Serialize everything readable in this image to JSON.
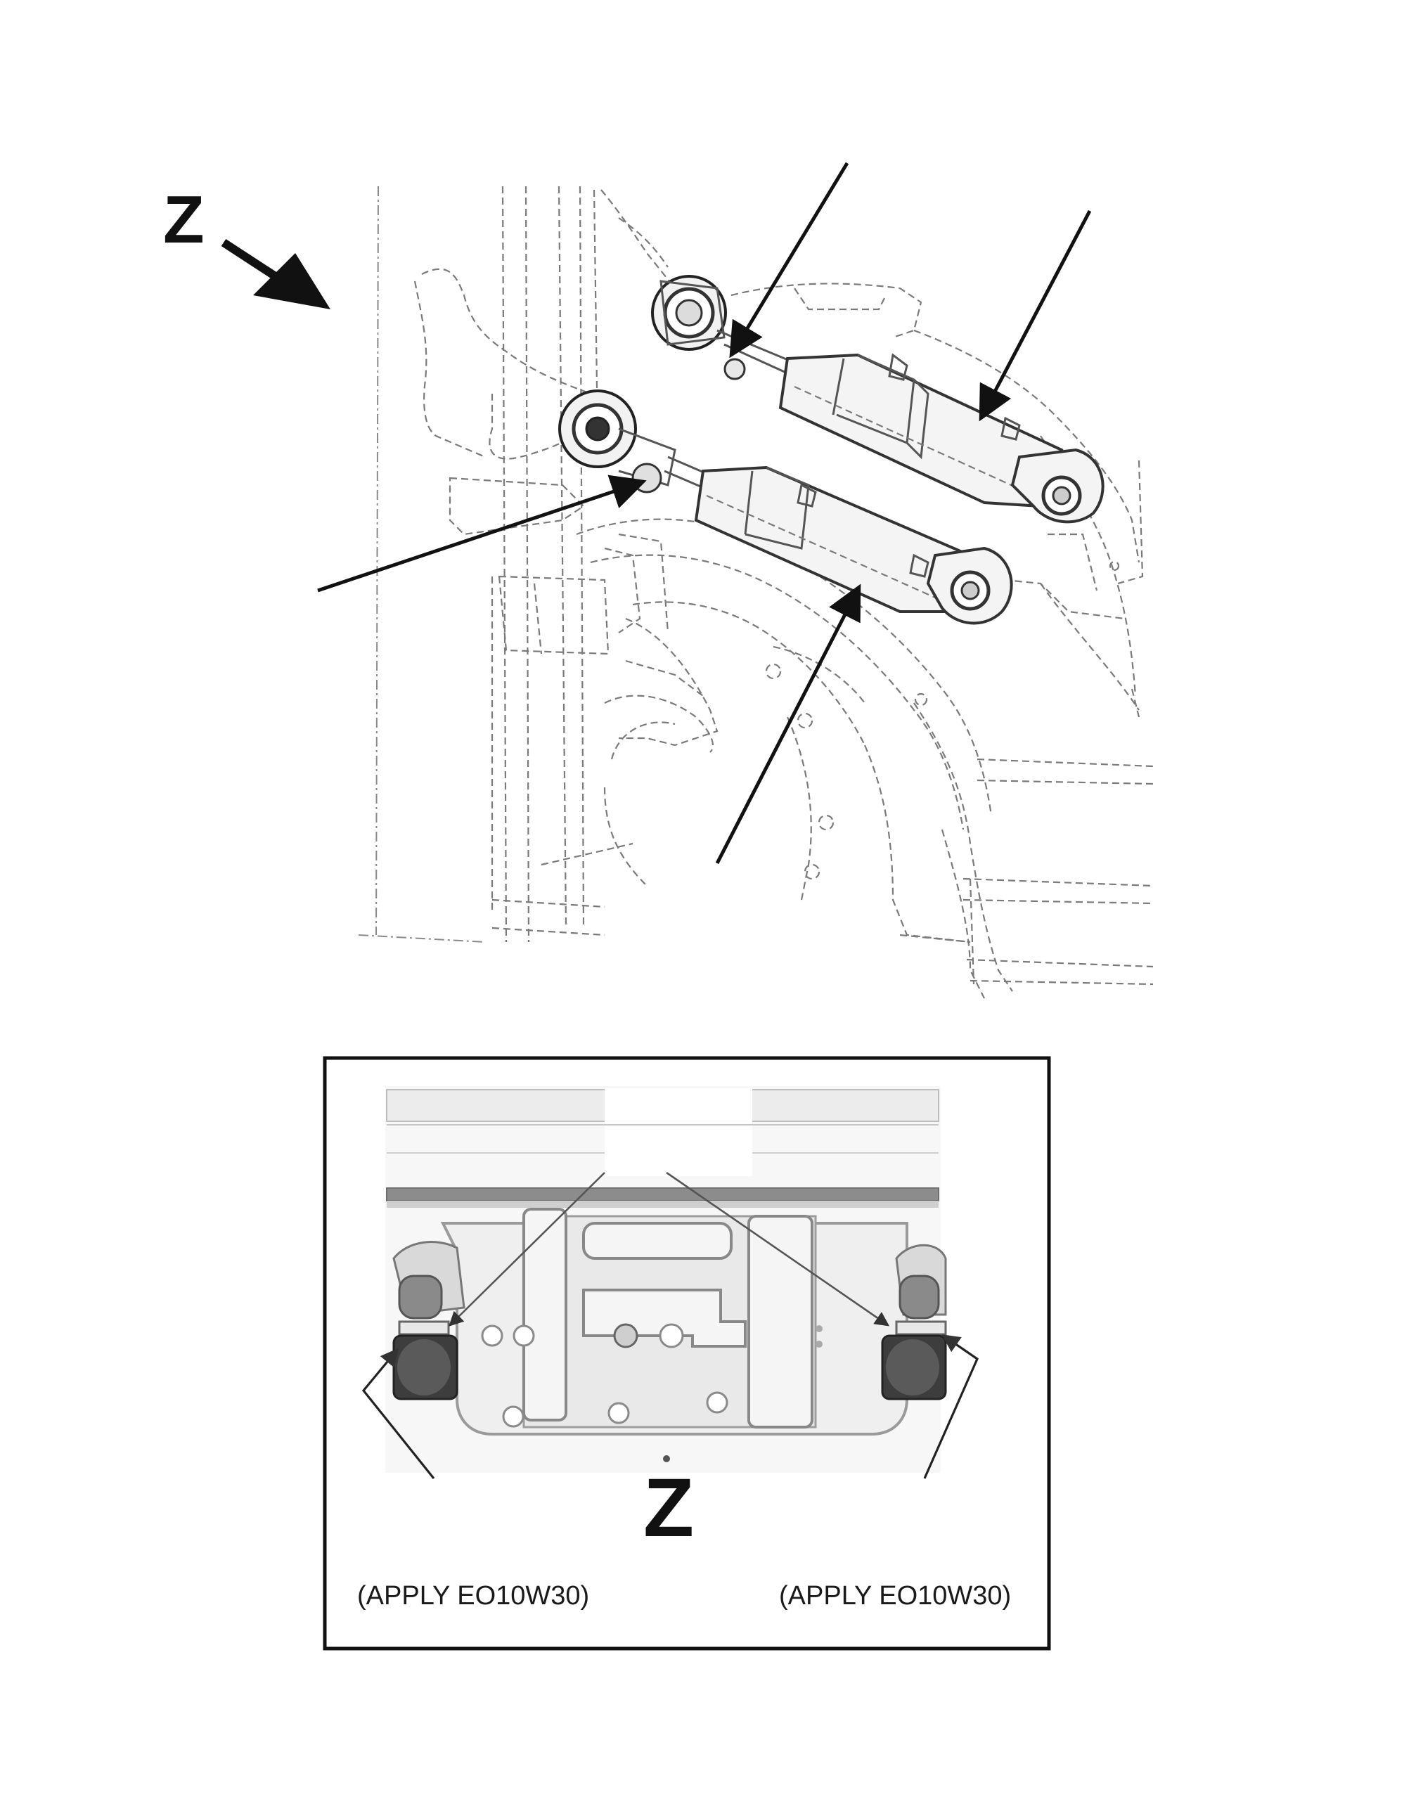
{
  "figure": {
    "view_marker": "Z",
    "detail_view_label": "Z",
    "notes": {
      "left": "(APPLY EO10W30)",
      "right": "(APPLY EO10W30)"
    },
    "colors": {
      "ink": "#111111",
      "linework": "#7a7a7a",
      "detail_frame": "#111111",
      "background": "#ffffff"
    }
  }
}
